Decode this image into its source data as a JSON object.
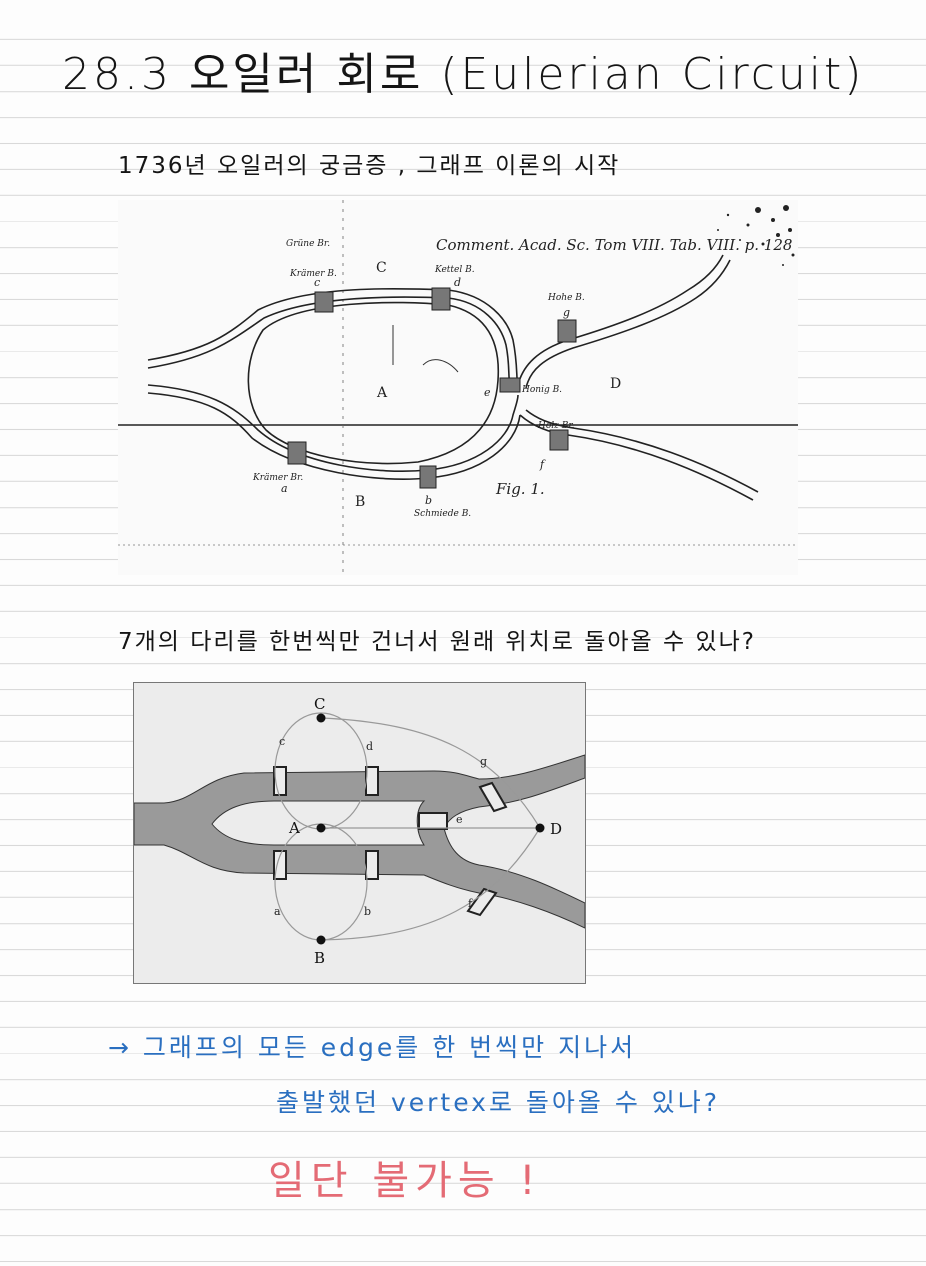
{
  "title": "28.3 오일러 회로 (Eulerian Circuit)",
  "subtitle": "1736년 오일러의 궁금증 , 그래프 이론의 시작",
  "historic_map": {
    "caption": "Comment. Acad. Sc. Tom VIII. Tab. VIII. p. 128",
    "fig_label": "Fig. 1.",
    "regions": [
      "A",
      "B",
      "C",
      "D"
    ],
    "bridge_letters": [
      "a",
      "b",
      "c",
      "d",
      "e",
      "f",
      "g"
    ],
    "handwritten_labels": [
      "Grüne Br.",
      "Krämer B.",
      "Kettel B.",
      "Hohe B.",
      "Honig B.",
      "Holz Br.",
      "Krämer Br.",
      "Schmiede B."
    ]
  },
  "question": "7개의 다리를 한번씩만 건너서 원래 위치로 돌아올 수 있나?",
  "diagram": {
    "nodes": [
      "A",
      "B",
      "C",
      "D"
    ],
    "bridges": [
      "a",
      "b",
      "c",
      "d",
      "e",
      "f",
      "g"
    ]
  },
  "note": {
    "line1": "→ 그래프의 모든 edge를 한 번씩만 지나서",
    "line2": "출발했던 vertex로 돌아올 수 있나?"
  },
  "verdict": "일단 불가능 !"
}
